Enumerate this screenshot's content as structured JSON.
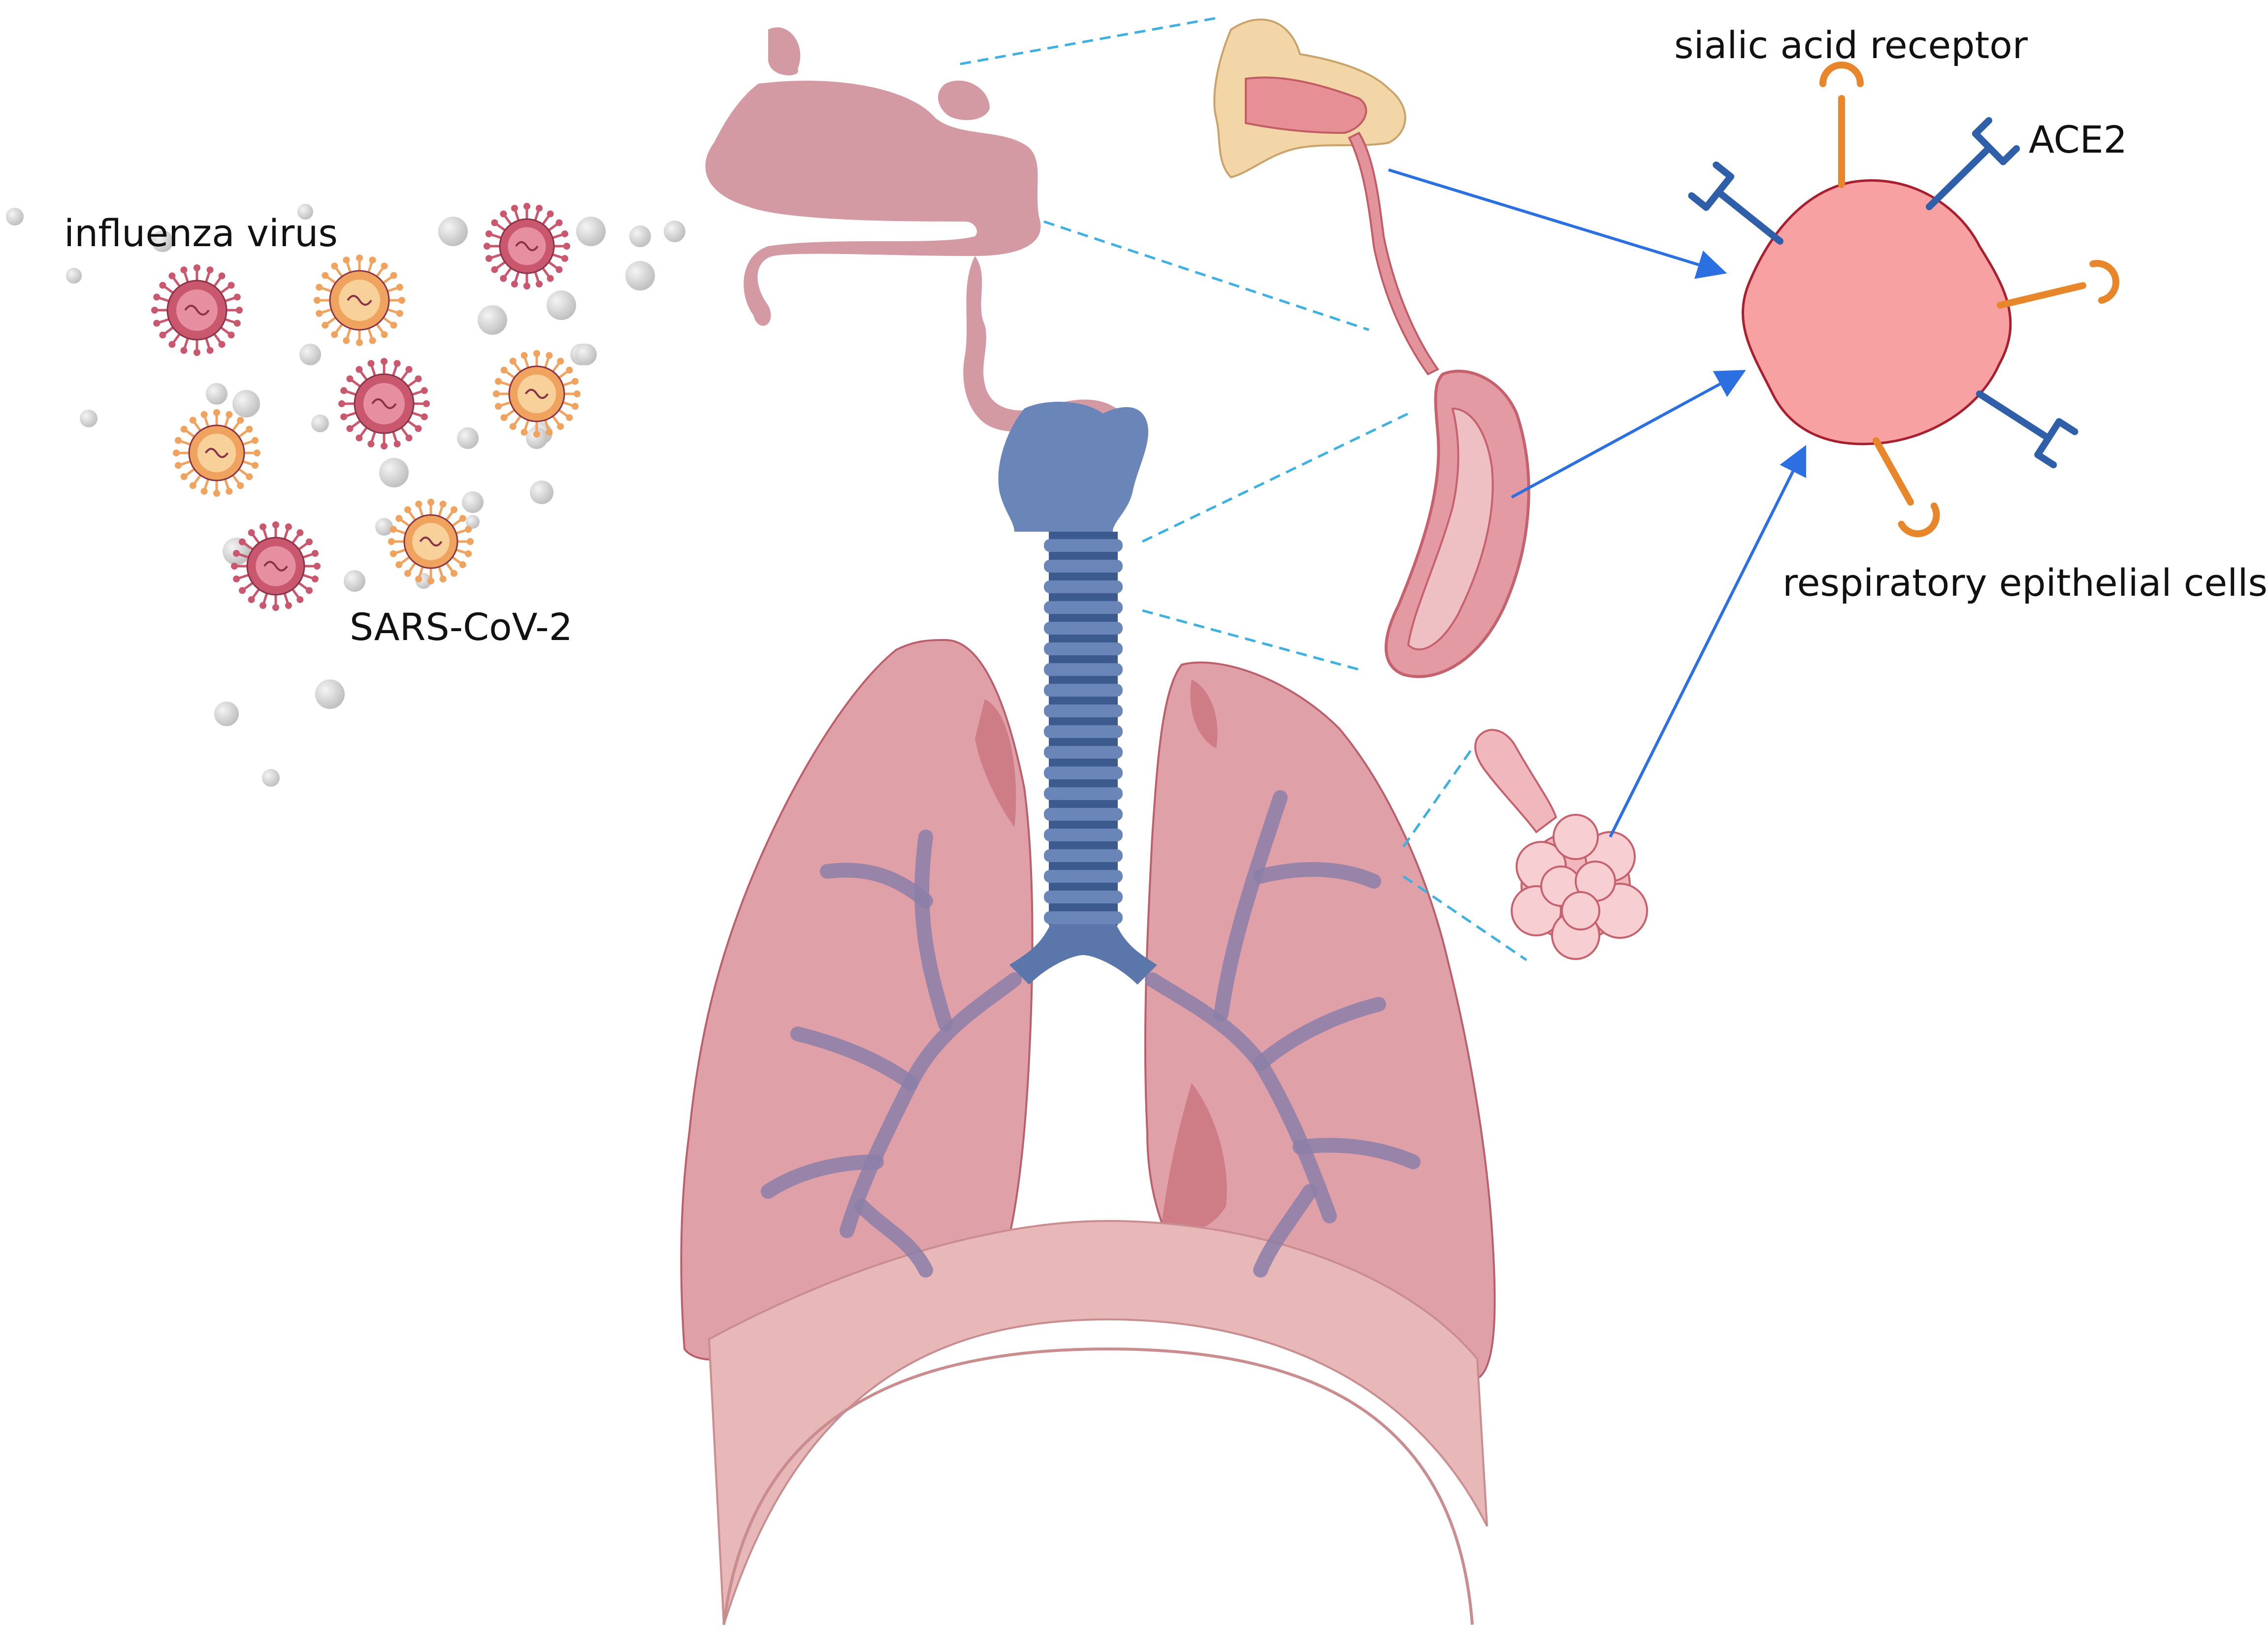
{
  "labels": {
    "influenza": "influenza virus",
    "sars": "SARS-CoV-2",
    "sialic": "sialic acid receptor",
    "ace2": "ACE2",
    "cells": "respiratory epithelial cells"
  },
  "colors": {
    "tissue": "#d49aa3",
    "lung": "#d98b95",
    "lung_dark": "#c2646f",
    "trachea": "#6a86b8",
    "bronchi": "#8a7fa8",
    "cell_fill": "#f7a1a2",
    "cell_stroke": "#a8202f",
    "ace2": "#2f5fa8",
    "sialic": "#e7862a",
    "arrow": "#2b6fe0",
    "dash": "#3fb0e0",
    "influenza_virus": "#c9576e",
    "sars_virus": "#f0a35f",
    "droplet": "#cfcfcf"
  },
  "icons": {
    "virus": "virus-particle-icon",
    "droplet": "aerosol-droplet-icon",
    "ace2": "ace2-receptor-icon",
    "sialic": "sialic-acid-receptor-icon"
  }
}
